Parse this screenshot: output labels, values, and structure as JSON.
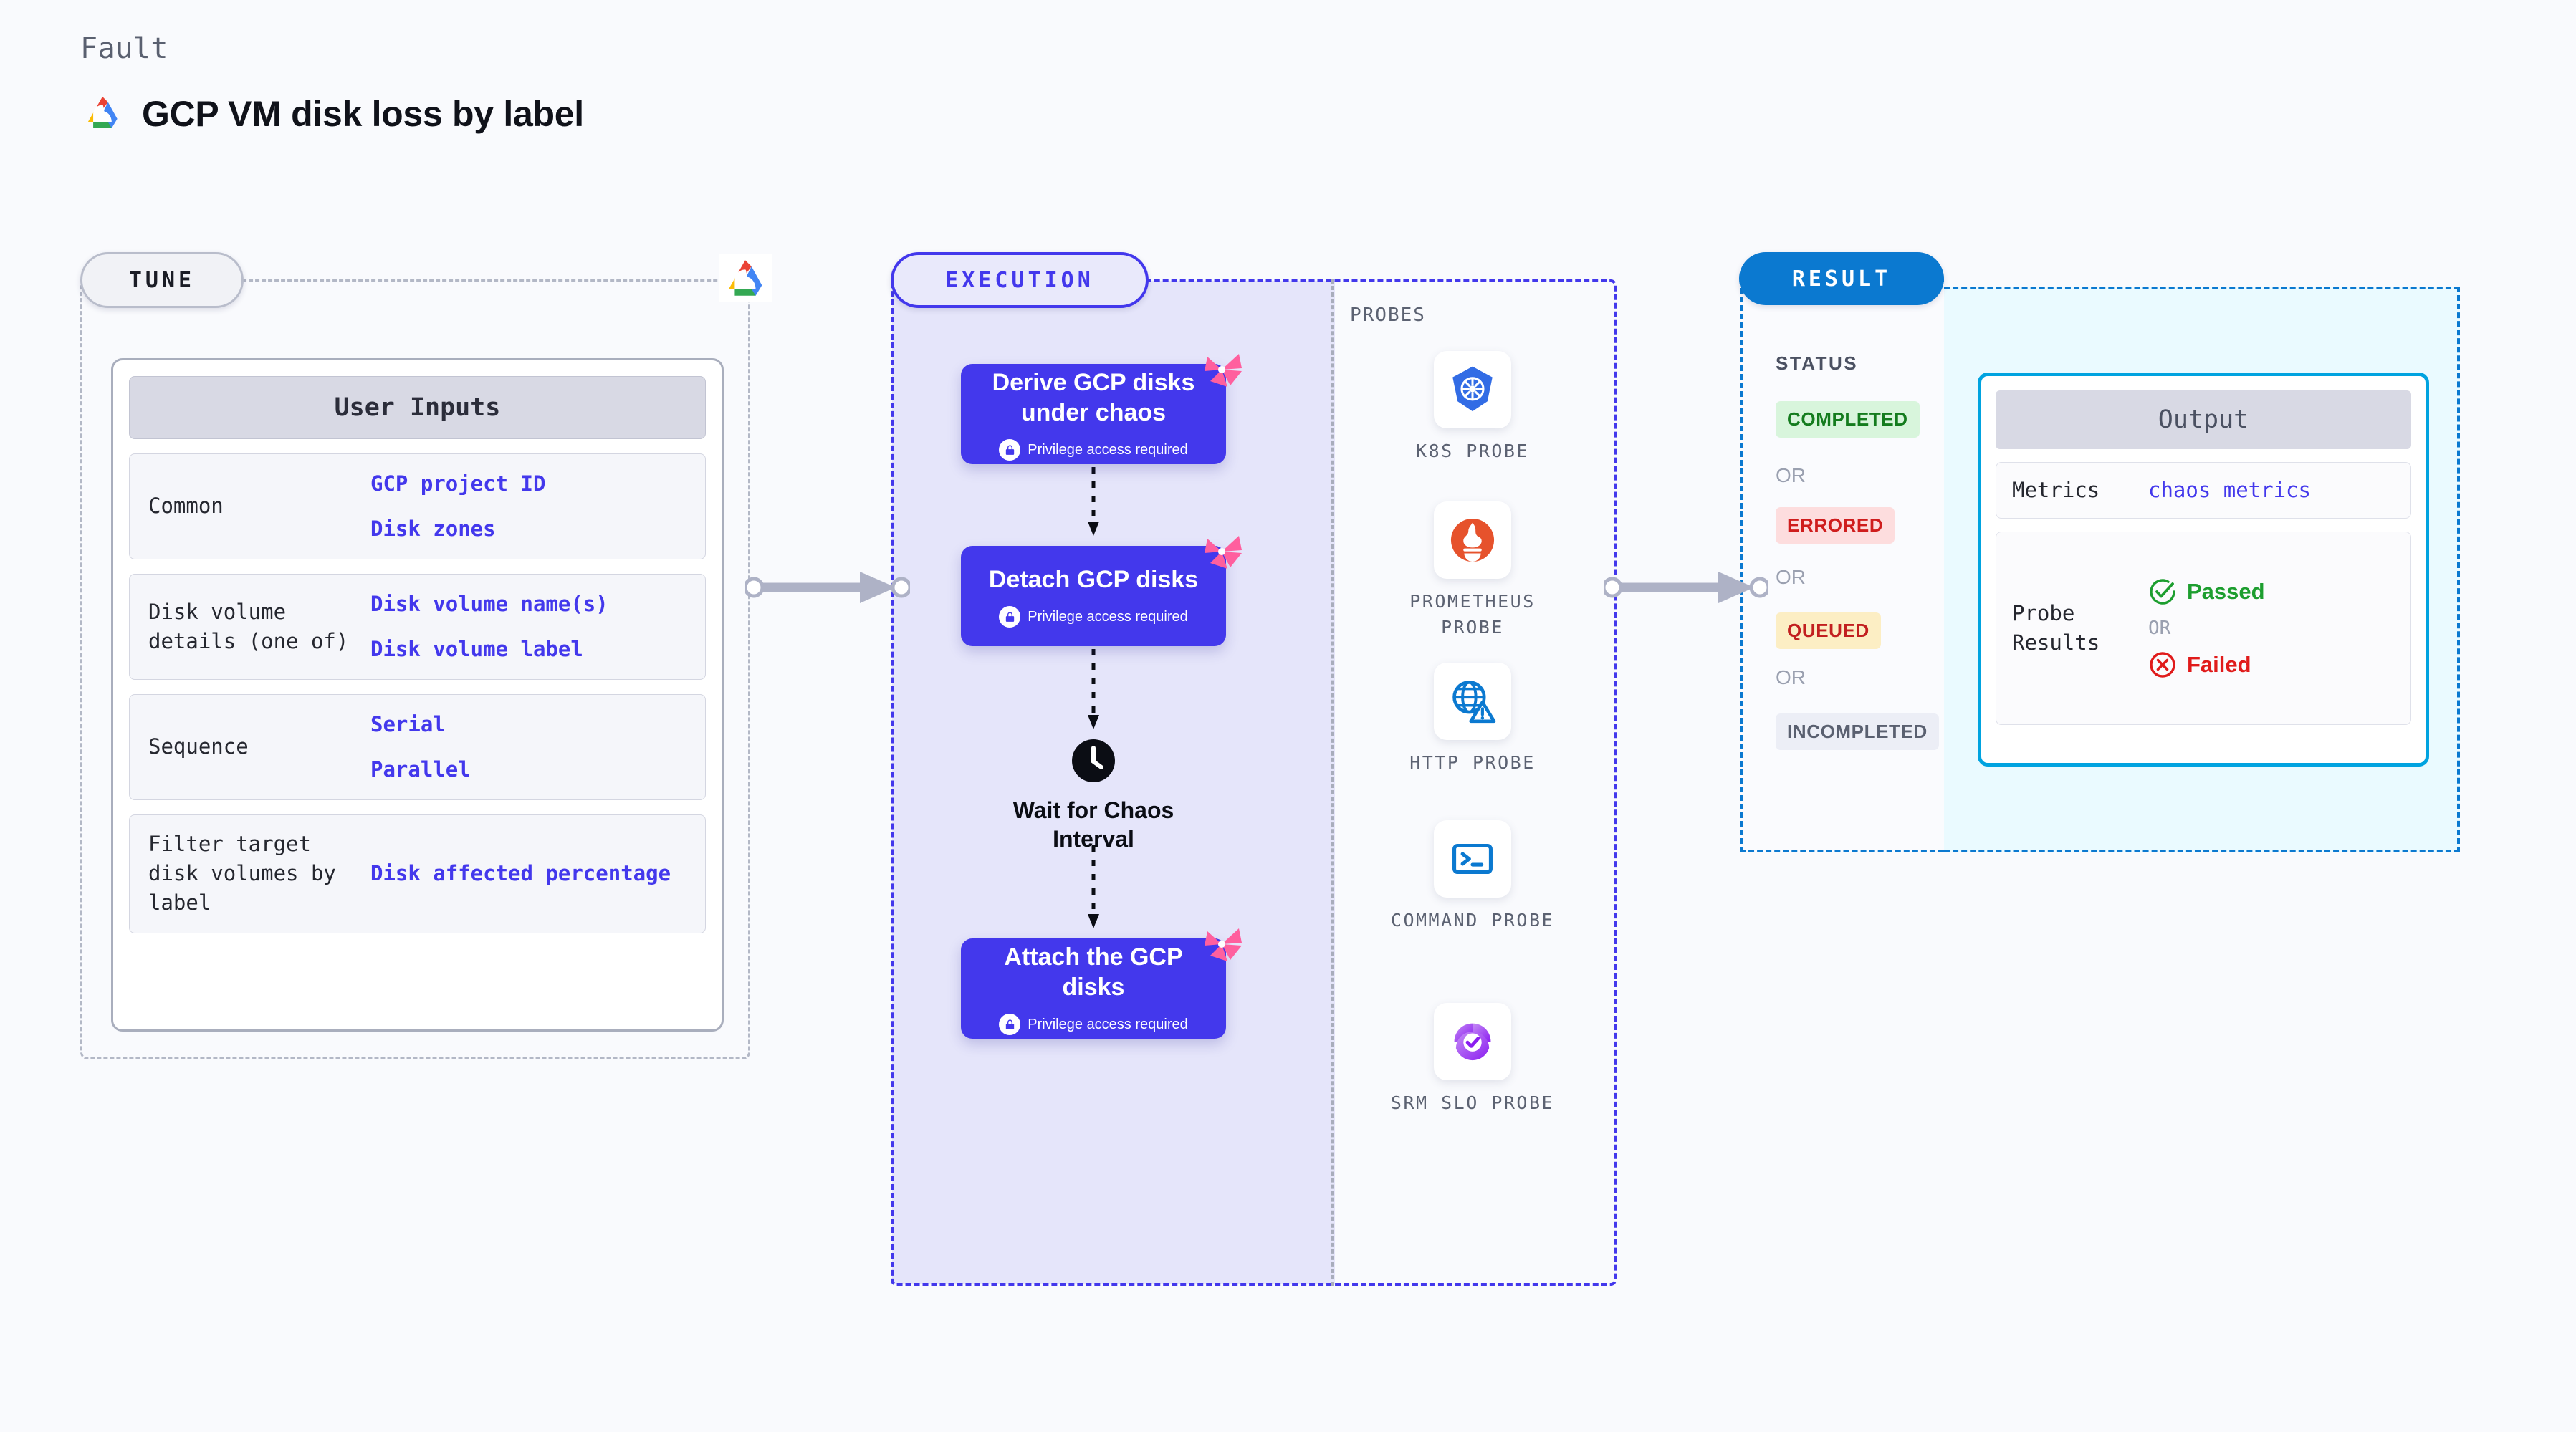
{
  "header": {
    "eyebrow": "Fault",
    "title": "GCP VM disk loss by label",
    "logo_icon": "gcp-cloud-logo"
  },
  "tune": {
    "pill_label": "TUNE",
    "corner_icon": "gcp-cloud-logo",
    "card_title": "User Inputs",
    "rows": [
      {
        "label": "Common",
        "values": [
          "GCP project ID",
          "Disk zones"
        ]
      },
      {
        "label": "Disk volume details (one of)",
        "values": [
          "Disk volume name(s)",
          "Disk volume label"
        ]
      },
      {
        "label": "Sequence",
        "values": [
          "Serial",
          "Parallel"
        ]
      },
      {
        "label": "Filter target disk volumes by label",
        "values": [
          "Disk affected percentage"
        ]
      }
    ]
  },
  "execution": {
    "pill_label": "EXECUTION",
    "privilege_note": "Privilege access required",
    "nodes": [
      {
        "title": "Derive GCP disks under chaos",
        "privileged": true,
        "type": "task"
      },
      {
        "title": "Detach GCP disks",
        "privileged": true,
        "type": "task"
      },
      {
        "title": "Wait for Chaos Interval",
        "privileged": false,
        "type": "wait"
      },
      {
        "title": "Attach the GCP disks",
        "privileged": true,
        "type": "task"
      }
    ],
    "probes_title": "PROBES",
    "probes": [
      {
        "label": "K8S PROBE",
        "icon": "kubernetes-icon"
      },
      {
        "label": "PROMETHEUS PROBE",
        "icon": "prometheus-icon"
      },
      {
        "label": "HTTP PROBE",
        "icon": "http-globe-icon"
      },
      {
        "label": "COMMAND PROBE",
        "icon": "terminal-icon"
      },
      {
        "label": "SRM SLO PROBE",
        "icon": "srm-slo-icon"
      }
    ]
  },
  "result": {
    "pill_label": "RESULT",
    "status_title": "STATUS",
    "or_label": "OR",
    "statuses": [
      {
        "label": "COMPLETED",
        "bg": "#d8f5dc",
        "fg": "#147c1e"
      },
      {
        "label": "ERRORED",
        "bg": "#fdddde",
        "fg": "#cf1d1d"
      },
      {
        "label": "QUEUED",
        "bg": "#fceec4",
        "fg": "#c21f1f"
      },
      {
        "label": "INCOMPLETED",
        "bg": "#eceef6",
        "fg": "#5a6070"
      }
    ],
    "output": {
      "card_title": "Output",
      "metrics_label": "Metrics",
      "metrics_value": "chaos metrics",
      "probe_results_label": "Probe Results",
      "passed_label": "Passed",
      "failed_label": "Failed",
      "or_label": "OR"
    }
  },
  "colors": {
    "page_bg": "#f9fafd",
    "accent_indigo": "#4338ec",
    "accent_blue": "#0b79d0",
    "accent_cyan": "#00a3e0",
    "pink_badge": "#ff5f9e"
  }
}
